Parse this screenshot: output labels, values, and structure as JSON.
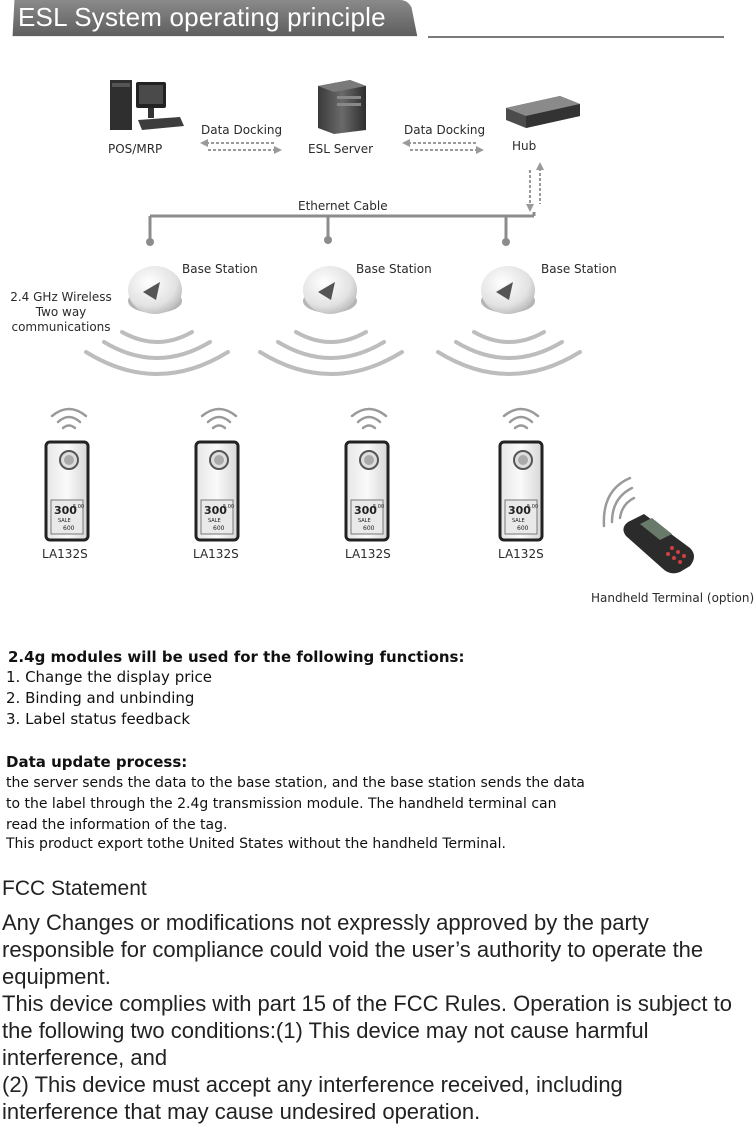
{
  "header": {
    "title": "ESL System operating principle"
  },
  "diagram": {
    "pos_label": "POS/MRP",
    "server_label": "ESL Server",
    "hub_label": "Hub",
    "docking_left": "Data Docking",
    "docking_right": "Data Docking",
    "ethernet_label": "Ethernet Cable",
    "base_stations": [
      "Base Station",
      "Base Station",
      "Base Station"
    ],
    "wireless_label": [
      "2.4 GHz Wireless",
      "Two way",
      "communications"
    ],
    "tags": [
      "LA132S",
      "LA132S",
      "LA132S",
      "LA132S"
    ],
    "tag_screen": {
      "price": "300",
      "small": "5.00",
      "sale": "SALE",
      "sub": "600"
    },
    "handheld_label": "Handheld Terminal (option)"
  },
  "functions": {
    "heading": "2.4g modules will be used for the following functions:",
    "items": [
      "1. Change the display price",
      "2. Binding and unbinding",
      "3. Label status feedback"
    ]
  },
  "update": {
    "heading": "Data update process:",
    "lines": [
      "the server sends the data to the base station, and the base station sends the data",
      "to the label through the 2.4g transmission module. The handheld terminal can",
      "read the information of the tag."
    ],
    "export_note": "This product export tothe United States without the handheld Terminal."
  },
  "fcc": {
    "title": "FCC Statement",
    "para1": "Any Changes or modifications not expressly approved by the party responsible for compliance could void the user’s authority to operate the equipment.",
    "para2": "This device complies with part 15 of the FCC Rules. Operation is subject to the following two conditions:(1) This device may not cause harmful interference, and",
    "para3": "(2) This device must accept any interference received, including interference that may cause undesired operation."
  }
}
